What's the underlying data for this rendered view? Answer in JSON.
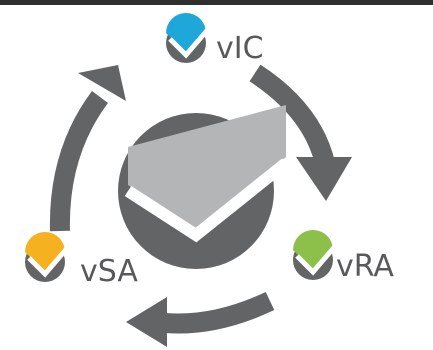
{
  "nodes": [
    {
      "key": "vic",
      "label": "vIC",
      "accent": "#1ea7d8",
      "position": "top"
    },
    {
      "key": "vra",
      "label": "vRA",
      "accent": "#8cc04b",
      "position": "bottom-right"
    },
    {
      "key": "vsa",
      "label": "vSA",
      "accent": "#f5b120",
      "position": "bottom-left"
    }
  ],
  "colors": {
    "gray_dark": "#636466",
    "gray_light": "#b4b5b7",
    "background": "#ffffff",
    "top_band": "#2f2f2f"
  },
  "icons": {
    "center": "large-check-circle-icon",
    "node": "check-badge-icon",
    "arrows": "clockwise-cycle-arrows"
  }
}
